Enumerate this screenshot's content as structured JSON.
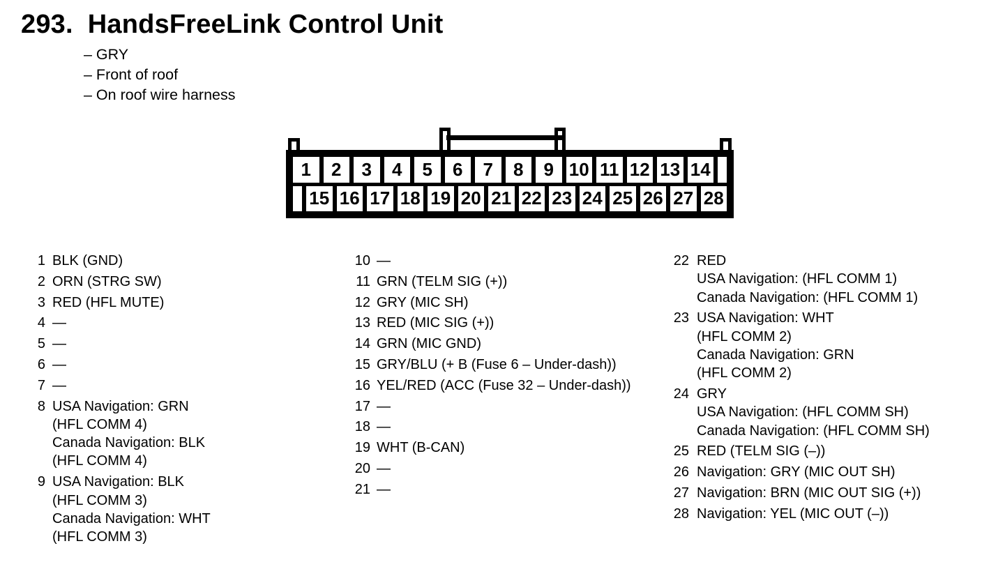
{
  "title": {
    "number": "293.",
    "text": "HandsFreeLink Control Unit"
  },
  "connector_location": [
    "– GRY",
    "– Front of roof",
    "– On roof wire harness"
  ],
  "connector": {
    "top_row": [
      "1",
      "2",
      "3",
      "4",
      "5",
      "6",
      "7",
      "8",
      "9",
      "10",
      "11",
      "12",
      "13",
      "14"
    ],
    "bottom_row": [
      "15",
      "16",
      "17",
      "18",
      "19",
      "20",
      "21",
      "22",
      "23",
      "24",
      "25",
      "26",
      "27",
      "28"
    ]
  },
  "pin_columns": [
    [
      {
        "num": "1",
        "lines": [
          "BLK (GND)"
        ]
      },
      {
        "num": "2",
        "lines": [
          "ORN (STRG SW)"
        ]
      },
      {
        "num": "3",
        "lines": [
          "RED (HFL MUTE)"
        ]
      },
      {
        "num": "4",
        "lines": [
          "—"
        ]
      },
      {
        "num": "5",
        "lines": [
          "—"
        ]
      },
      {
        "num": "6",
        "lines": [
          "—"
        ]
      },
      {
        "num": "7",
        "lines": [
          "—"
        ]
      },
      {
        "num": "8",
        "lines": [
          "USA Navigation: GRN",
          "(HFL COMM 4)",
          "Canada Navigation: BLK",
          "(HFL COMM 4)"
        ]
      },
      {
        "num": "9",
        "lines": [
          "USA Navigation: BLK",
          "(HFL COMM 3)",
          "Canada Navigation: WHT",
          "(HFL COMM 3)"
        ]
      }
    ],
    [
      {
        "num": "10",
        "lines": [
          "—"
        ]
      },
      {
        "num": "11",
        "lines": [
          "GRN (TELM SIG (+))"
        ]
      },
      {
        "num": "12",
        "lines": [
          "GRY (MIC SH)"
        ]
      },
      {
        "num": "13",
        "lines": [
          "RED (MIC SIG (+))"
        ]
      },
      {
        "num": "14",
        "lines": [
          "GRN (MIC GND)"
        ]
      },
      {
        "num": "15",
        "lines": [
          "GRY/BLU (+ B (Fuse 6 – Under-dash))"
        ]
      },
      {
        "num": "16",
        "lines": [
          "YEL/RED (ACC (Fuse 32 – Under-dash))"
        ]
      },
      {
        "num": "17",
        "lines": [
          "—"
        ]
      },
      {
        "num": "18",
        "lines": [
          "—"
        ]
      },
      {
        "num": "19",
        "lines": [
          "WHT (B-CAN)"
        ]
      },
      {
        "num": "20",
        "lines": [
          "—"
        ]
      },
      {
        "num": "21",
        "lines": [
          "—"
        ]
      }
    ],
    [
      {
        "num": "22",
        "lines": [
          "RED",
          "USA Navigation: (HFL COMM 1)",
          "Canada Navigation: (HFL COMM 1)"
        ]
      },
      {
        "num": "23",
        "lines": [
          "USA Navigation: WHT",
          "(HFL COMM 2)",
          "Canada Navigation: GRN",
          "(HFL COMM 2)"
        ]
      },
      {
        "num": "24",
        "lines": [
          "GRY",
          "USA Navigation: (HFL COMM SH)",
          "Canada Navigation: (HFL COMM SH)"
        ]
      },
      {
        "num": "25",
        "lines": [
          "RED (TELM SIG (–))"
        ]
      },
      {
        "num": "26",
        "lines": [
          "Navigation: GRY (MIC OUT SH)"
        ]
      },
      {
        "num": "27",
        "lines": [
          "Navigation: BRN (MIC OUT SIG (+))"
        ]
      },
      {
        "num": "28",
        "lines": [
          "Navigation: YEL (MIC OUT (–))"
        ]
      }
    ]
  ],
  "colors": {
    "ink": "#000000",
    "paper": "#ffffff"
  }
}
